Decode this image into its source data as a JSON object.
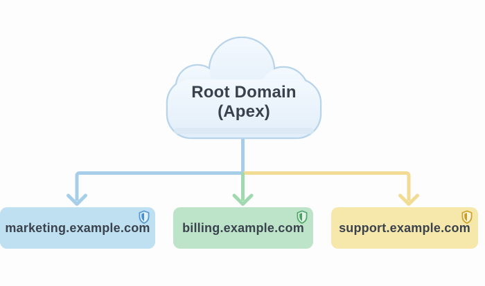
{
  "canvas": {
    "background_color": "#FDFDFD"
  },
  "root_node": {
    "shape": "cloud",
    "label_line1": "Root Domain",
    "label_line2": "(Apex)",
    "fill_top_color": "#F3F9FE",
    "fill_bottom_color": "#E2EEF9",
    "stroke_color": "#B7D4EB",
    "text_color": "#39414C"
  },
  "subdomain_nodes": [
    {
      "label": "marketing.example.com",
      "icon": "shield-half-icon",
      "bg_color": "#BFE0F1",
      "connector_color": "#A6CEE9",
      "icon_stroke_color": "#559BD6",
      "icon_fill_color": "#4A90CF"
    },
    {
      "label": "billing.example.com",
      "icon": "shield-half-icon",
      "bg_color": "#BDE4C9",
      "connector_color": "#A0D9AF",
      "icon_stroke_color": "#54A96E",
      "icon_fill_color": "#4AA065"
    },
    {
      "label": "support.example.com",
      "icon": "shield-half-icon",
      "bg_color": "#F6E7AA",
      "connector_color": "#F2DB92",
      "icon_stroke_color": "#D0A42C",
      "icon_fill_color": "#C79D29"
    }
  ],
  "label_text_color": "#3A424D"
}
